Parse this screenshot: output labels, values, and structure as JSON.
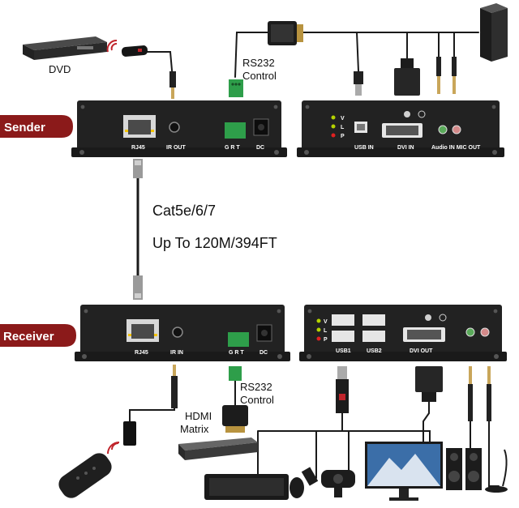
{
  "labels": {
    "dvd": "DVD",
    "rs232_top_line1": "RS232",
    "rs232_top_line2": "Control",
    "sender": "Sender",
    "receiver": "Receiver",
    "cable_type": "Cat5e/6/7",
    "cable_distance": "Up To 120M/394FT",
    "rs232_bottom_line1": "RS232",
    "rs232_bottom_line2": "Control",
    "hdmi_matrix_line1": "HDMI",
    "hdmi_matrix_line2": "Matrix"
  },
  "sender_front_ports": {
    "rj45": "RJ45",
    "ir_out": "IR OUT",
    "grt": "G R T",
    "dc": "DC"
  },
  "sender_rear_ports": {
    "v": "V",
    "l": "L",
    "p": "P",
    "usb_in": "USB  IN",
    "dvi_in": "DVI IN",
    "audio": "Audio IN MIC OUT"
  },
  "receiver_front_ports": {
    "rj45": "RJ45",
    "ir_in": "IR  IN",
    "grt": "G R T",
    "dc": "DC"
  },
  "receiver_rear_ports": {
    "v": "V",
    "l": "L",
    "p": "P",
    "usb1": "USB1",
    "usb2": "USB2",
    "dvi_out": "DVI OUT"
  },
  "colors": {
    "accent_red": "#8b1a1a",
    "box_dark": "#222222",
    "connector_green": "#2e9e4a",
    "cable": "#1a1a1a"
  }
}
